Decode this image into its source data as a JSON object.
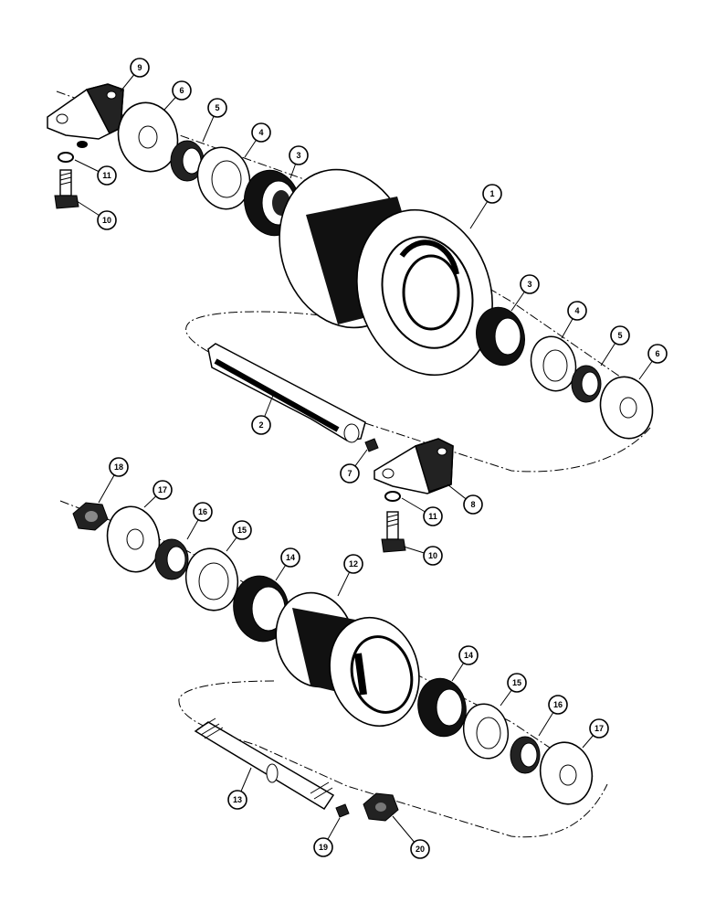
{
  "figure": {
    "kind": "exploded parts diagram",
    "colors": {
      "ink": "#000000",
      "paper": "#ffffff"
    }
  },
  "callouts": [
    {
      "id": "c1",
      "label": "1"
    },
    {
      "id": "c2",
      "label": "2"
    },
    {
      "id": "c3a",
      "label": "3"
    },
    {
      "id": "c3b",
      "label": "3"
    },
    {
      "id": "c4a",
      "label": "4"
    },
    {
      "id": "c4b",
      "label": "4"
    },
    {
      "id": "c5a",
      "label": "5"
    },
    {
      "id": "c5b",
      "label": "5"
    },
    {
      "id": "c6a",
      "label": "6"
    },
    {
      "id": "c6b",
      "label": "6"
    },
    {
      "id": "c7",
      "label": "7"
    },
    {
      "id": "c8",
      "label": "8"
    },
    {
      "id": "c9",
      "label": "9"
    },
    {
      "id": "c10a",
      "label": "10"
    },
    {
      "id": "c10b",
      "label": "10"
    },
    {
      "id": "c11a",
      "label": "11"
    },
    {
      "id": "c11b",
      "label": "11"
    },
    {
      "id": "c12",
      "label": "12"
    },
    {
      "id": "c13",
      "label": "13"
    },
    {
      "id": "c14a",
      "label": "14"
    },
    {
      "id": "c14b",
      "label": "14"
    },
    {
      "id": "c15a",
      "label": "15"
    },
    {
      "id": "c15b",
      "label": "15"
    },
    {
      "id": "c16a",
      "label": "16"
    },
    {
      "id": "c16b",
      "label": "16"
    },
    {
      "id": "c17a",
      "label": "17"
    },
    {
      "id": "c17b",
      "label": "17"
    },
    {
      "id": "c18",
      "label": "18"
    },
    {
      "id": "c19",
      "label": "19"
    },
    {
      "id": "c20",
      "label": "20"
    }
  ]
}
